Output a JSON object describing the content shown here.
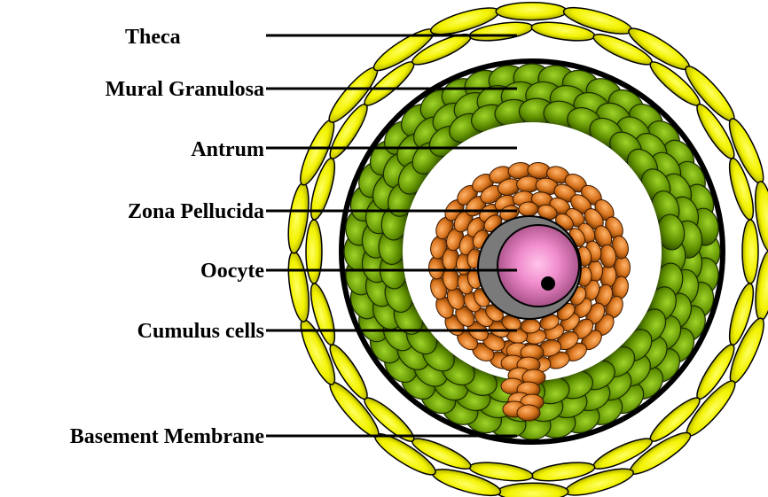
{
  "labels": {
    "theca": "Theca",
    "mural_granulosa": "Mural Granulosa",
    "antrum": "Antrum",
    "zona_pellucida": "Zona Pellucida",
    "oocyte": "Oocyte",
    "cumulus_cells": "Cumulus cells",
    "basement_membrane": "Basement Membrane"
  },
  "colors": {
    "theca_fill": "#ffff00",
    "theca_shade": "#b8b800",
    "granulosa_fill": "#6ea000",
    "granulosa_shade": "#2f4a00",
    "cumulus_fill": "#d97a2a",
    "cumulus_shade": "#6e3200",
    "zona": "#7a7a7a",
    "oocyte_center": "#ffa8e0",
    "oocyte_edge": "#b8588e",
    "nucleus": "#000000",
    "membrane": "#000000",
    "antrum": "#ffffff"
  }
}
